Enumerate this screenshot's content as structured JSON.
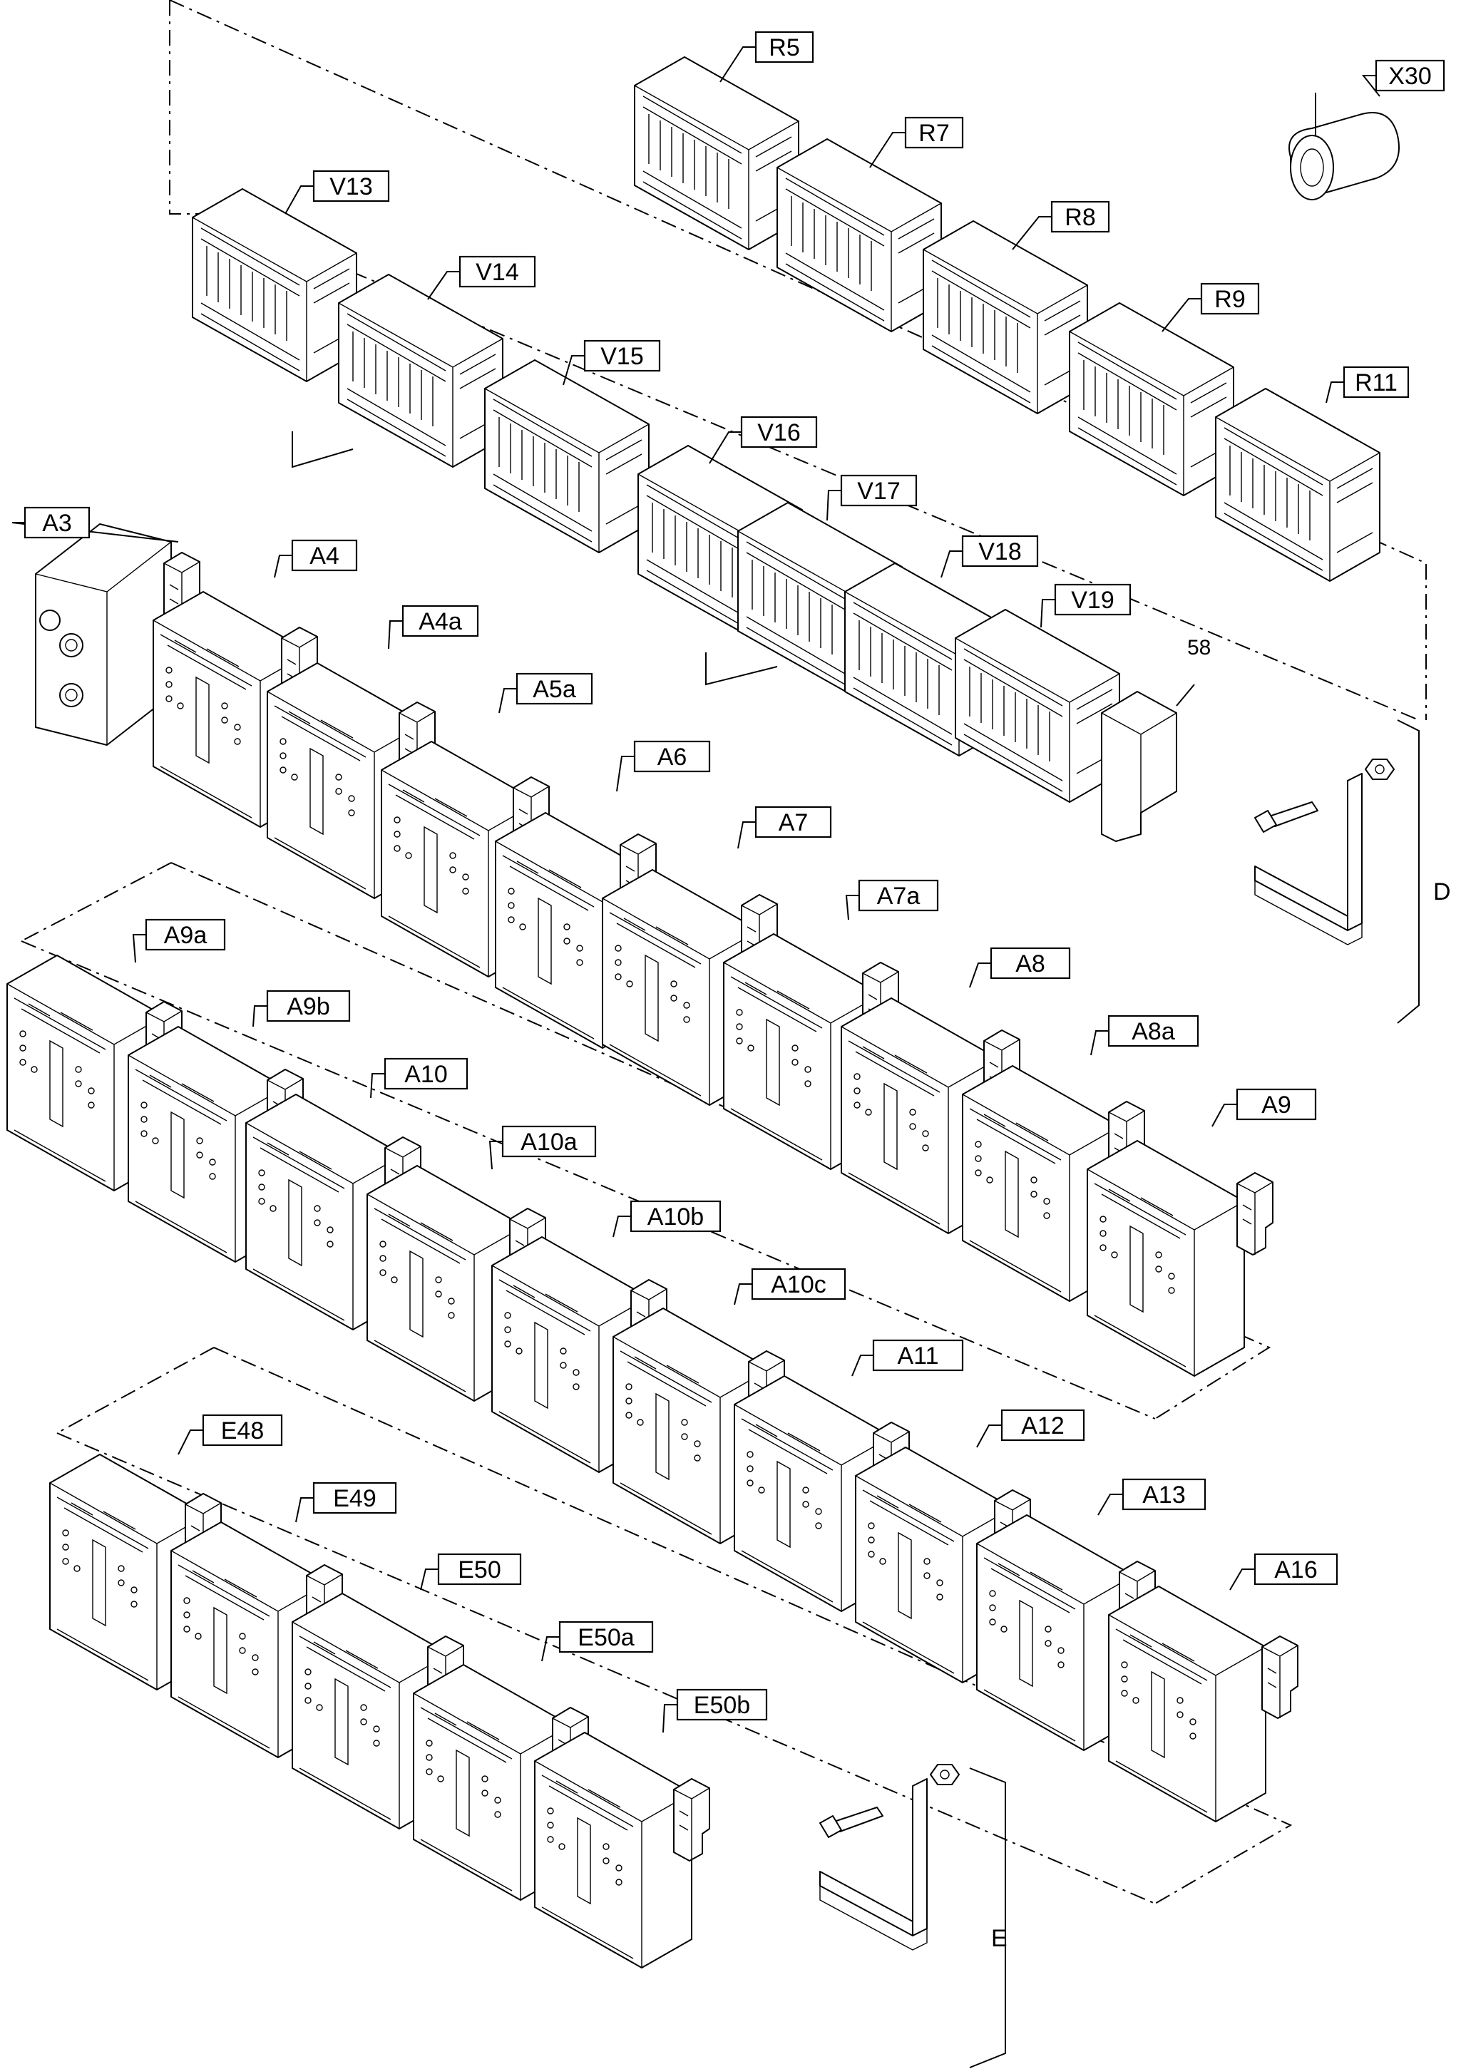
{
  "labels": {
    "R5": "R5",
    "R7": "R7",
    "R8": "R8",
    "R9": "R9",
    "R11": "R11",
    "X30": "X30",
    "V13": "V13",
    "V14": "V14",
    "V15": "V15",
    "V16": "V16",
    "V17": "V17",
    "V18": "V18",
    "V19": "V19",
    "A3": "A3",
    "A4": "A4",
    "A4a": "A4a",
    "A5a": "A5a",
    "A6": "A6",
    "A7": "A7",
    "A7a": "A7a",
    "A8": "A8",
    "A8a": "A8a",
    "A9": "A9",
    "A9a": "A9a",
    "A9b": "A9b",
    "A10": "A10",
    "A10a": "A10a",
    "A10b": "A10b",
    "A10c": "A10c",
    "A11": "A11",
    "A12": "A12",
    "A13": "A13",
    "A16": "A16",
    "E48": "E48",
    "E49": "E49",
    "E50": "E50",
    "E50a": "E50a",
    "E50b": "E50b"
  },
  "callouts": {
    "c58": "58",
    "D": "D",
    "E": "E"
  }
}
